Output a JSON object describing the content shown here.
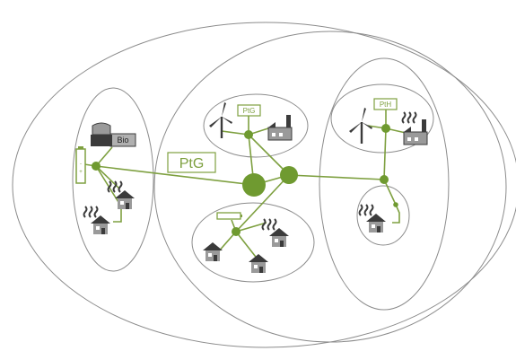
{
  "labels": {
    "ptg_large": "PtG",
    "ptg_small": "PtG",
    "pth": "PtH",
    "bio": "Bio"
  },
  "colors": {
    "link": "#7ea040",
    "node": "#6f9a30",
    "outline": "#8c8c8c",
    "icon_dark": "#3b3b3b",
    "icon_gray": "#9a9a9a"
  },
  "icons": [
    "wind-turbine-icon",
    "factory-icon",
    "house-icon",
    "heat-waves-icon",
    "battery-icon",
    "biogas-plant-icon"
  ]
}
